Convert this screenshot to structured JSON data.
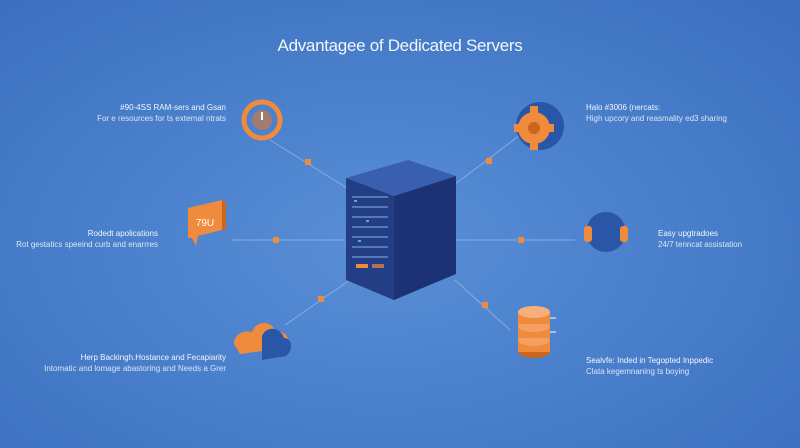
{
  "title": "Advantagee of Dedicated Servers",
  "colors": {
    "background": "#4a80cc",
    "accent": "#f08a3c",
    "server": "#233a78",
    "icon_blue": "#2a56a8"
  },
  "nodes": [
    {
      "id": "top-left",
      "icon": "clock-icon",
      "line1": "#90-4SS RAM-sers and Gsan",
      "line2": "For e resources for ts external ntrats"
    },
    {
      "id": "mid-left",
      "icon": "speech-bubble-icon",
      "icon_text": "79U",
      "line1": "Rodedt apolications",
      "line2": "Rot gestatics speeind curb and enarrres"
    },
    {
      "id": "bottom-left",
      "icon": "cloud-icon",
      "line1": "Herp Backingh.Hostance and Fecapiarity",
      "line2": "Intomatic and lomage abastoring and Needs a Grer"
    },
    {
      "id": "top-right",
      "icon": "gear-icon",
      "line1": "Halo #3006 (nercats:",
      "line2": "High upcory and reasmality ed3 sharing"
    },
    {
      "id": "mid-right",
      "icon": "headset-icon",
      "line1": "Easy upgtradoes",
      "line2": "24/7 tenncat assistation"
    },
    {
      "id": "bottom-right",
      "icon": "database-icon",
      "line1": "Sealvfe: Inded in Tegopted Inppedic",
      "line2": "Clata kegemnaning ts boying"
    }
  ]
}
